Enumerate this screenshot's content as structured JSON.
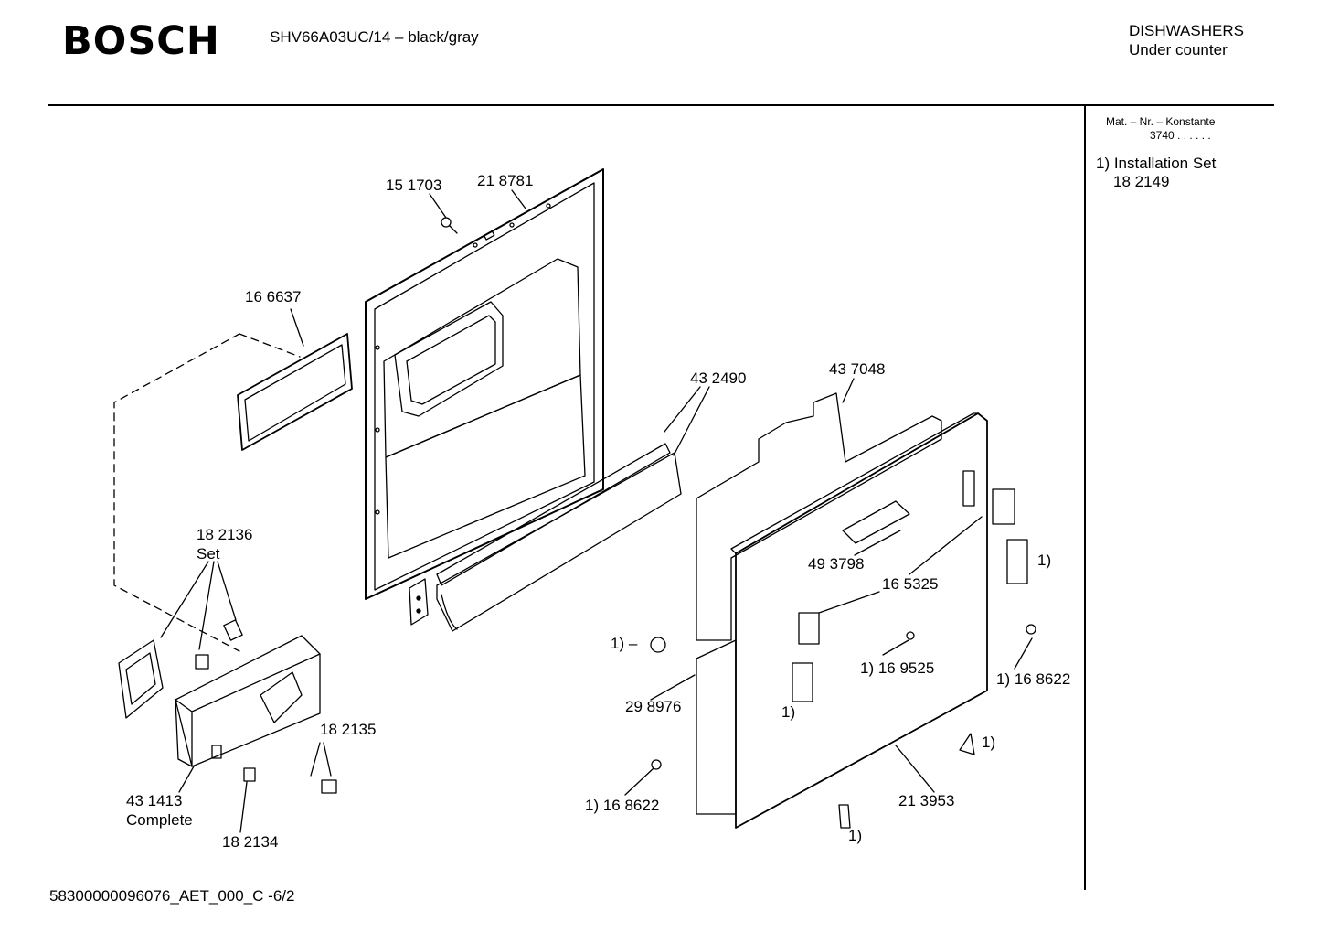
{
  "header": {
    "brand": "BOSCH",
    "model": "SHV66A03UC/14 – black/gray",
    "category_line1": "DISHWASHERS",
    "category_line2": "Under counter"
  },
  "sidebar": {
    "mat_nr_label": "Mat. – Nr. – Konstante",
    "mat_nr_value": "3740  .  .   .  .  .  .",
    "note_line1": "1) Installation Set",
    "note_line2": "18 2149"
  },
  "parts": {
    "p151703": "15 1703",
    "p218781": "21 8781",
    "p166637": "16 6637",
    "p432490": "43 2490",
    "p437048": "43 7048",
    "p182136": "18 2136",
    "p182136_set": "Set",
    "p493798": "49 3798",
    "p165325": "16 5325",
    "note_right": "1)",
    "p1_knob": "1) –",
    "p169525": "1) 16 9525",
    "p168622_right": "1) 16 8622",
    "p298976": "29 8976",
    "note_bracket": "1)",
    "p182135": "18 2135",
    "note_hinge": "1)",
    "p431413": "43 1413",
    "p431413_complete": "Complete",
    "p168622_left": "1) 16 8622",
    "p213953": "21 3953",
    "note_bottom": "1)",
    "p182134": "18 2134"
  },
  "footer": {
    "doc_id": "58300000096076_AET_000_C   -6/2"
  }
}
